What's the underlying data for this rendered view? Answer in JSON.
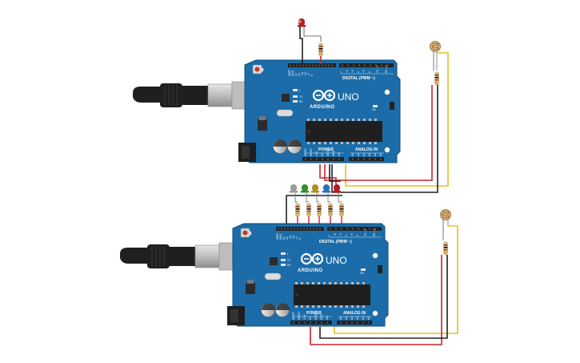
{
  "colors": {
    "board": "#1b6ca8",
    "board_dark": "#155a8c",
    "header": "#222222",
    "wire_red": "#c8252b",
    "wire_black": "#222222",
    "wire_yellow": "#e7c024",
    "led_red": "#b51d1d",
    "led_gray": "#9a9a9a",
    "led_green": "#2f8f2f",
    "led_yellow": "#b08e1e",
    "led_blue": "#2b6fb8"
  },
  "boards": [
    {
      "id": "top",
      "brand": "ARDUINO",
      "model": "UNO",
      "digital_label": "DIGITAL (PWM ~)",
      "power_label": "POWER",
      "analog_label": "ANALOG IN",
      "digital_pins": [
        "AREF",
        "GND",
        "13",
        "12",
        "~11",
        "~10",
        "~9",
        "8",
        "7",
        "~6",
        "~5",
        "4",
        "~3",
        "2",
        "TX→1",
        "RX←0"
      ],
      "power_pins": [
        "IOREF",
        "RESET",
        "3.3V",
        "5V",
        "GND",
        "GND",
        "Vin"
      ],
      "analog_pins": [
        "A0",
        "A1",
        "A2",
        "A3",
        "A4",
        "A5"
      ],
      "leds": [
        "L",
        "TX",
        "RX"
      ],
      "on_label": "ON"
    },
    {
      "id": "bottom",
      "brand": "ARDUINO",
      "model": "UNO",
      "digital_label": "DIGITAL (PWM ~)",
      "power_label": "POWER",
      "analog_label": "ANALOG IN",
      "digital_pins": [
        "AREF",
        "GND",
        "13",
        "12",
        "~11",
        "~10",
        "~9",
        "8",
        "7",
        "~6",
        "~5",
        "4",
        "~3",
        "2",
        "TX→1",
        "RX←0"
      ],
      "power_pins": [
        "IOREF",
        "RESET",
        "3.3V",
        "5V",
        "GND",
        "GND",
        "Vin"
      ],
      "analog_pins": [
        "A0",
        "A1",
        "A2",
        "A3",
        "A4",
        "A5"
      ],
      "leds": [
        "L",
        "TX",
        "RX"
      ],
      "on_label": "ON"
    }
  ],
  "icons": [
    "usb-cable-icon",
    "photoresistor-icon",
    "resistor-icon",
    "led-icon"
  ]
}
